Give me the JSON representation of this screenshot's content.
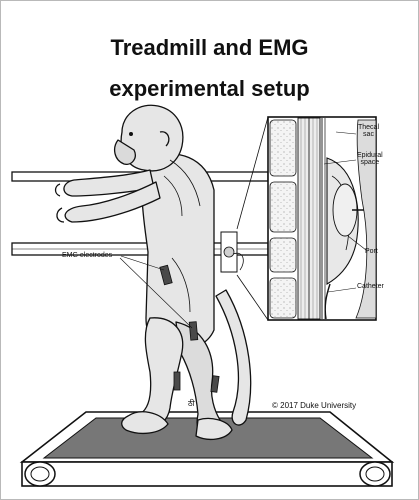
{
  "title": {
    "line1": "Treadmill and EMG",
    "line2": "experimental setup"
  },
  "labels": {
    "thecal_sac": "Thecal\nsac",
    "epidural_space": "Epidural\nspace",
    "port": "Port",
    "catheter": "Catheter",
    "emg_electrodes": "EMG electrodes",
    "signature": "ठी"
  },
  "copyright": "© 2017 Duke University",
  "colors": {
    "ink": "#111111",
    "skin": "#e6e6e6",
    "shadow": "#bdbdbd",
    "belt": "#777777",
    "electrode": "#4a4a4a"
  }
}
